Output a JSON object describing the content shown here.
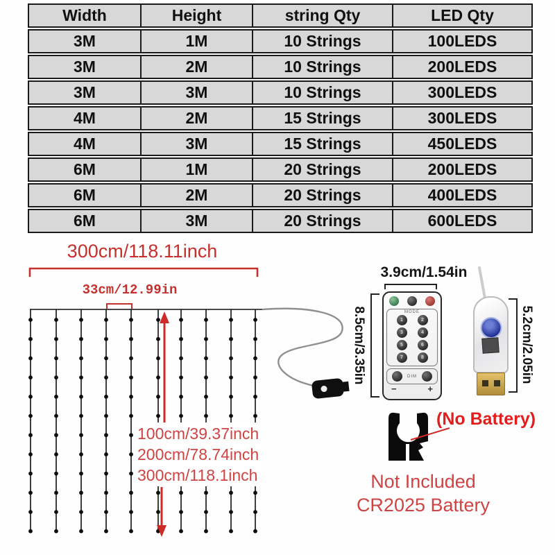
{
  "table": {
    "headers": [
      "Width",
      "Height",
      "string Qty",
      "LED Qty"
    ],
    "rows": [
      [
        "3M",
        "1M",
        "10 Strings",
        "100LEDS"
      ],
      [
        "3M",
        "2M",
        "10 Strings",
        "200LEDS"
      ],
      [
        "3M",
        "3M",
        "10 Strings",
        "300LEDS"
      ],
      [
        "4M",
        "2M",
        "15 Strings",
        "300LEDS"
      ],
      [
        "4M",
        "3M",
        "15 Strings",
        "450LEDS"
      ],
      [
        "6M",
        "1M",
        "20 Strings",
        "200LEDS"
      ],
      [
        "6M",
        "2M",
        "20 Strings",
        "400LEDS"
      ],
      [
        "6M",
        "3M",
        "20 Strings",
        "600LEDS"
      ]
    ]
  },
  "curtain": {
    "width_label": "300cm/118.11inch",
    "drop_spacing_label": "33cm/12.99in",
    "height_labels": [
      "100cm/39.37inch",
      "200cm/78.74inch",
      "300cm/118.1inch"
    ],
    "string_count": 10,
    "leds_per_string": 12
  },
  "remote": {
    "width_label": "3.9cm/1.54in",
    "height_label": "8.5cm/3.35in",
    "mode_label": "MODE",
    "dim_label": "DIM",
    "minus_label": "−",
    "plus_label": "+",
    "button_numbers": [
      "1",
      "2",
      "3",
      "4",
      "5",
      "6",
      "7",
      "8"
    ]
  },
  "usb": {
    "height_label": "5.2cm/2.05in"
  },
  "battery": {
    "no_battery_label": "(No Battery)",
    "note_line1": "Not Included",
    "note_line2": "CR2025 Battery"
  },
  "colors": {
    "dim_red": "#c5302c",
    "label_red": "#d04343",
    "bright_red": "#e31c1c",
    "table_cell_bg": "#d8d8d8",
    "table_border": "#1a1a1a",
    "string_black": "#1c1c1c",
    "wire_gray": "#8f8f8f",
    "usb_gold": "#c8a047",
    "usb_blue": "#2c3da8"
  }
}
